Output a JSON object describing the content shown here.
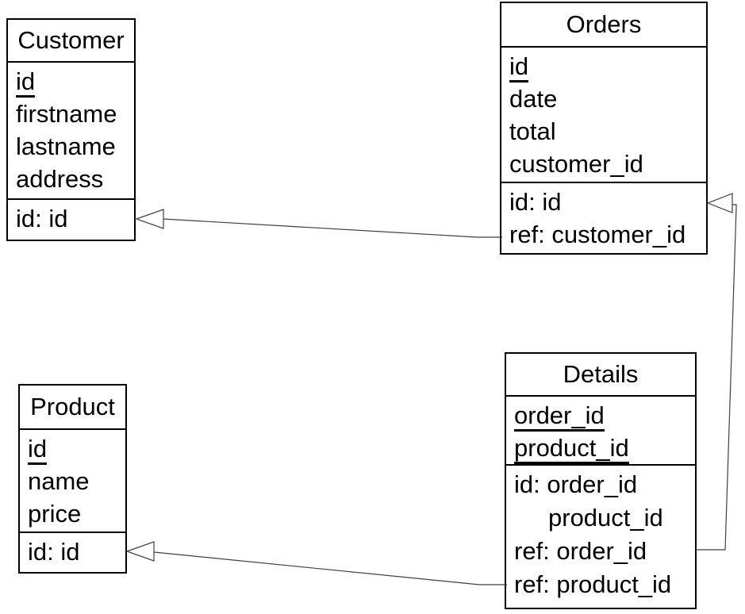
{
  "colors": {
    "background": "#ffffff",
    "text": "#000000",
    "border": "#000000",
    "connector": "#3f3f3f"
  },
  "tables": [
    {
      "id": "customer",
      "title": "Customer",
      "fields": [
        {
          "name": "id",
          "pk": true
        },
        {
          "name": "firstname",
          "pk": false
        },
        {
          "name": "lastname",
          "pk": false
        },
        {
          "name": "address",
          "pk": false
        }
      ],
      "footer": [
        {
          "text": "id: id"
        }
      ]
    },
    {
      "id": "orders",
      "title": "Orders",
      "fields": [
        {
          "name": "id",
          "pk": true
        },
        {
          "name": "date",
          "pk": false
        },
        {
          "name": "total",
          "pk": false
        },
        {
          "name": "customer_id",
          "pk": false
        }
      ],
      "footer": [
        {
          "text": "id: id"
        },
        {
          "text": "ref: customer_id"
        }
      ]
    },
    {
      "id": "product",
      "title": "Product",
      "fields": [
        {
          "name": "id",
          "pk": true
        },
        {
          "name": "name",
          "pk": false
        },
        {
          "name": "price",
          "pk": false
        }
      ],
      "footer": [
        {
          "text": "id: id"
        }
      ]
    },
    {
      "id": "details",
      "title": "Details",
      "fields": [
        {
          "name": "order_id",
          "pk": true
        },
        {
          "name": "product_id",
          "pk": true
        }
      ],
      "footer": [
        {
          "text": "id: order_id"
        },
        {
          "text": "product_id",
          "indent": true
        },
        {
          "text": "ref: order_id"
        },
        {
          "text": "ref: product_id"
        }
      ]
    }
  ],
  "relations": [
    {
      "name": "orders-to-customer",
      "from": "Orders.ref: customer_id",
      "to": "Customer.id: id"
    },
    {
      "name": "details-to-orders",
      "from": "Details.ref: order_id",
      "to": "Orders.id: id"
    },
    {
      "name": "details-to-product",
      "from": "Details.ref: product_id",
      "to": "Product.id: id"
    }
  ]
}
